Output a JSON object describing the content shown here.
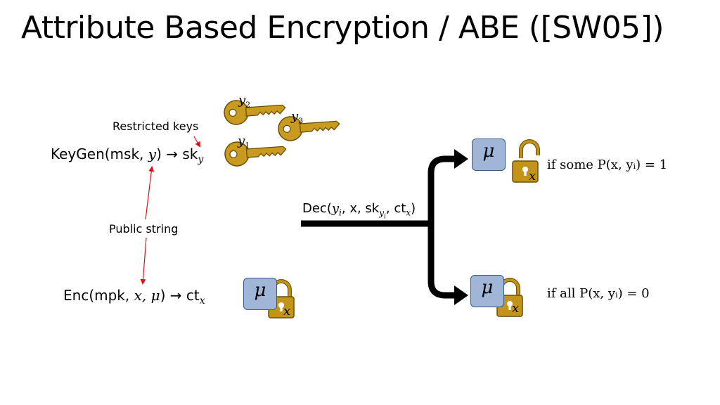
{
  "title": "Attribute Based Encryption / ABE ([SW05])",
  "labels": {
    "restricted_keys": "Restricted keys",
    "public_string": "Public string"
  },
  "keygen": {
    "func": "KeyGen",
    "args": "(msk, ",
    "var": "y",
    "close": ") → sk",
    "sub": "y"
  },
  "enc": {
    "func": "Enc",
    "args": "(mpk, ",
    "vars": "x, μ",
    "close": ") → ct",
    "sub": "x"
  },
  "dec": {
    "func": "Dec",
    "open": "(",
    "yi": "y",
    "yi_sub": "i",
    "mid": ", x, sk",
    "sk_sub": "y",
    "sk_sub2": "i",
    "ct": ", ct",
    "ct_sub": "x",
    "close": ")"
  },
  "keys": [
    {
      "var": "y",
      "sub": "2"
    },
    {
      "var": "y",
      "sub": "3"
    },
    {
      "var": "y",
      "sub": "1"
    }
  ],
  "mu_symbol": "μ",
  "lock_var": "x",
  "conditions": {
    "some": "if some P(x, yᵢ) = 1",
    "all": "if all P(x, yᵢ) = 0"
  },
  "colors": {
    "key_gold": "#c89b1e",
    "lock_gold": "#c2941a",
    "mu_blue": "#9fb6d8",
    "arrow_red": "#e0101a"
  }
}
